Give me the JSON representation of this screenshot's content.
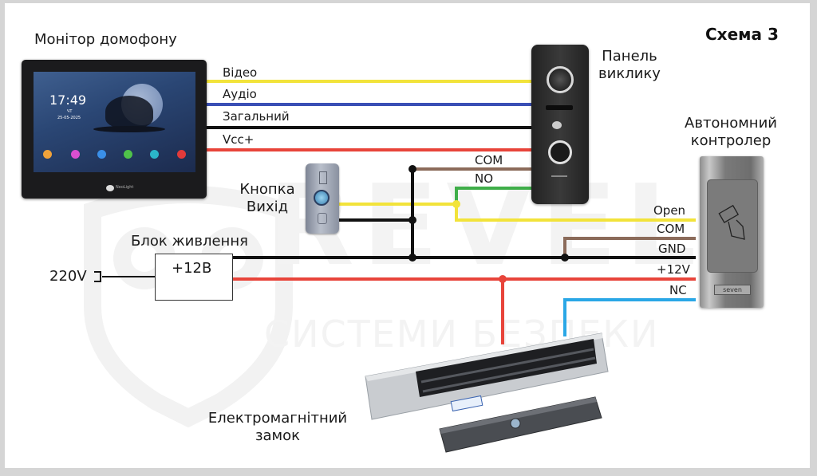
{
  "title": "Схема 3",
  "watermark": {
    "brand": "REVEL",
    "subtitle": "СИСТЕМИ БЕЗПЕКИ"
  },
  "devices": {
    "monitor": {
      "label": "Монітор домофону",
      "screen_time": "17:49",
      "screen_day": "ЧТ",
      "screen_date": "25-05-2025",
      "brand": "NeoLight"
    },
    "call_panel": {
      "label_line1": "Панель",
      "label_line2": "виклику",
      "brand": "NeoLight"
    },
    "exit_button": {
      "label_line1": "Кнопка",
      "label_line2": "Вихід"
    },
    "power_supply": {
      "label": "Блок живлення",
      "output": "+12В",
      "input": "220V"
    },
    "controller": {
      "label_line1": "Автономний",
      "label_line2": "контролер",
      "brand": "seven"
    },
    "lock": {
      "label_line1": "Електромагнітний",
      "label_line2": "замок"
    }
  },
  "wires": {
    "monitor_panel": [
      {
        "label": "Відео",
        "color": "#f2e33a"
      },
      {
        "label": "Аудіо",
        "color": "#3a4fb5"
      },
      {
        "label": "Загальний",
        "color": "#111111"
      },
      {
        "label": "Vcc+",
        "color": "#e8443a"
      }
    ],
    "panel_relay": [
      {
        "label": "COM",
        "color": "#8b6b5a"
      },
      {
        "label": "NO",
        "color": "#3fae49"
      }
    ],
    "controller_terminals": [
      {
        "label": "Open",
        "color": "#f2e33a"
      },
      {
        "label": "COM",
        "color": "#8b6b5a"
      },
      {
        "label": "GND",
        "color": "#111111"
      },
      {
        "label": "+12V",
        "color": "#e8443a"
      },
      {
        "label": "NC",
        "color": "#2aa7e6"
      }
    ]
  }
}
